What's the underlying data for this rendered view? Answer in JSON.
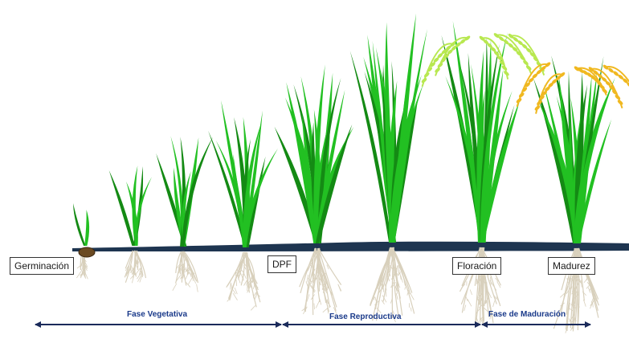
{
  "stages": [
    {
      "id": "germinacion",
      "label": "Germinación"
    },
    {
      "id": "dpf",
      "label": "DPF"
    },
    {
      "id": "floracion",
      "label": "Floración"
    },
    {
      "id": "madurez",
      "label": "Madurez"
    }
  ],
  "phases": [
    {
      "id": "vegetativa",
      "label": "Fase Vegetativa"
    },
    {
      "id": "reproductiva",
      "label": "Fase Reproductiva"
    },
    {
      "id": "maduracion",
      "label": "Fase de Maduración"
    }
  ],
  "colors": {
    "leaf": "#22c022",
    "leaf_dark": "#148a14",
    "soil": "#1e3550",
    "root": "#d8d0bc",
    "panicle_flowering": "#b8e850",
    "panicle_mature": "#f0b820",
    "arrow": "#1a2a5a"
  },
  "icons": [
    "seed-icon"
  ]
}
